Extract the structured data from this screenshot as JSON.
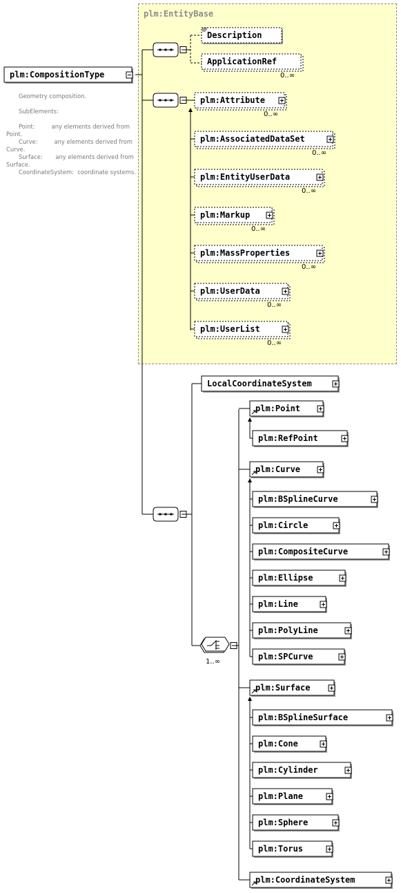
{
  "root": {
    "label": "plm:CompositionType",
    "documentation": [
      "Geometry composition.",
      "",
      "SubElements:",
      "",
      "Point:         any elements derived from Point.",
      "Curve:         any elements derived from Curve.",
      "Surface:       any elements derived from Surface.",
      "CoordinateSystem:  coordinate systems."
    ]
  },
  "entity_base": {
    "title": "plm:EntityBase",
    "elements": [
      {
        "label": "Description",
        "cardinality": ""
      },
      {
        "label": "ApplicationRef",
        "cardinality": "0..∞"
      }
    ],
    "attributes": [
      {
        "label": "plm:Attribute",
        "cardinality": "0..∞"
      },
      {
        "label": "plm:AssociatedDataSet",
        "cardinality": "0..∞"
      },
      {
        "label": "plm:EntityUserData",
        "cardinality": "0..∞"
      },
      {
        "label": "plm:Markup",
        "cardinality": "0..∞"
      },
      {
        "label": "plm:MassProperties",
        "cardinality": "0..∞"
      },
      {
        "label": "plm:UserData",
        "cardinality": "0..∞"
      },
      {
        "label": "plm:UserList",
        "cardinality": "0..∞"
      }
    ]
  },
  "local_coordinate_system": {
    "label": "LocalCoordinateSystem"
  },
  "choice": {
    "cardinality": "1..∞",
    "groups": [
      {
        "head": "plm:Point",
        "members": [
          "plm:RefPoint"
        ]
      },
      {
        "head": "plm:Curve",
        "members": [
          "plm:BSplineCurve",
          "plm:Circle",
          "plm:CompositeCurve",
          "plm:Ellipse",
          "plm:Line",
          "plm:PolyLine",
          "plm:SPCurve"
        ]
      },
      {
        "head": "plm:Surface",
        "members": [
          "plm:BSplineSurface",
          "plm:Cone",
          "plm:Cylinder",
          "plm:Plane",
          "plm:Sphere",
          "plm:Torus"
        ]
      },
      {
        "head": "plm:CoordinateSystem",
        "members": []
      }
    ]
  },
  "colors": {
    "base_fill": "#ffffcc",
    "line": "#000000",
    "doc_text": "#7a7a7a",
    "title_text": "#8c8c8c"
  }
}
